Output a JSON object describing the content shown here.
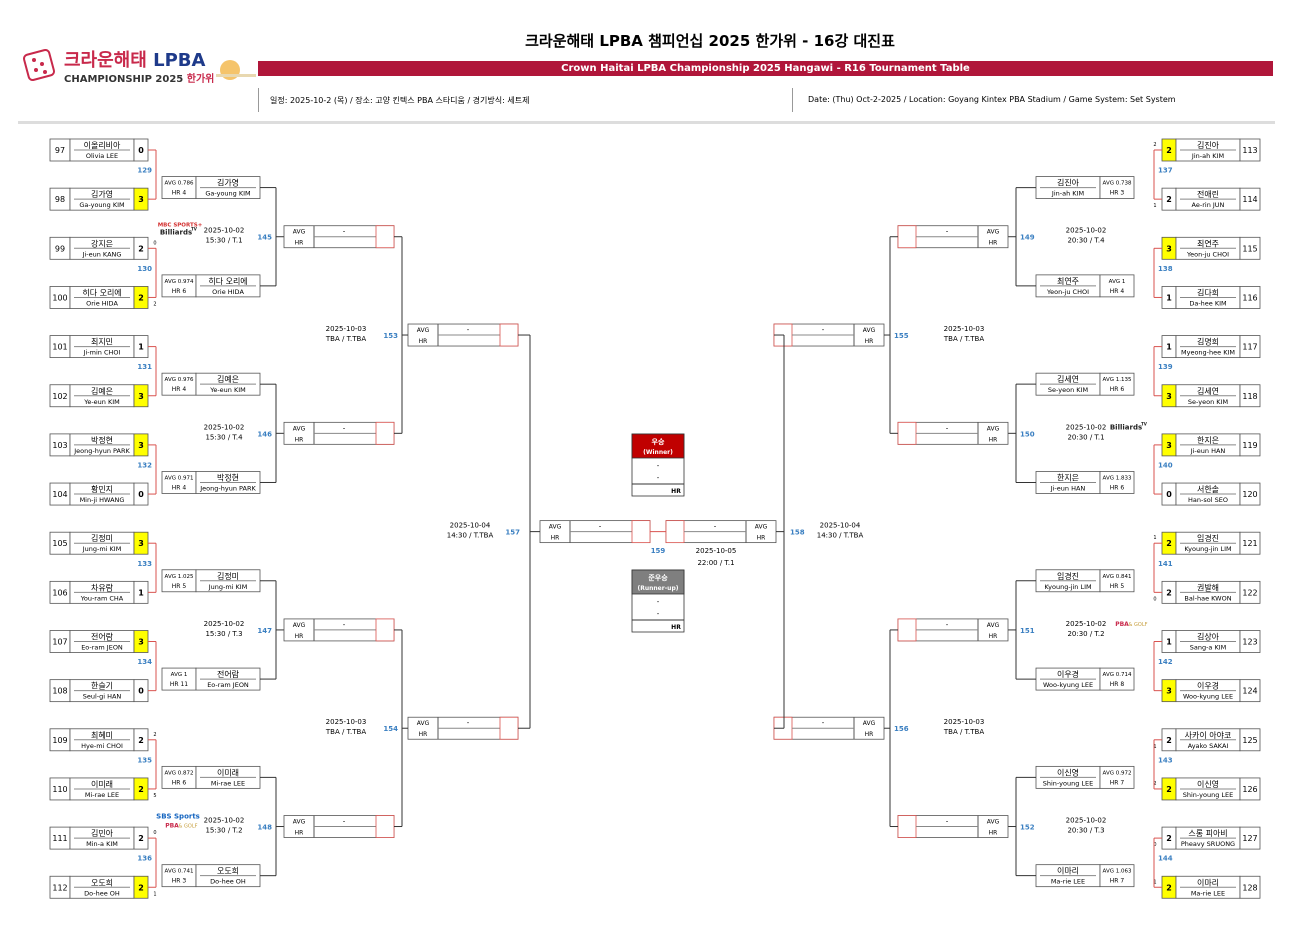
{
  "header": {
    "title_ko": "크라운해태 LPBA 챔피언십 2025 한가위 - 16강 대진표",
    "title_en": "Crown Haitai LPBA Championship 2025 Hangawi - R16 Tournament Table",
    "info_ko": "일정: 2025-10-2 (목) / 장소: 고양 킨텍스 PBA 스타디움 / 경기방식: 세트제",
    "info_en": "Date: (Thu) Oct-2-2025 / Location: Goyang Kintex PBA Stadium / Game System: Set System",
    "logo_line1": "크라운해태",
    "logo_lpba": "LPBA",
    "logo_line2": "CHAMPIONSHIP 2025",
    "logo_ko": "한가위"
  },
  "players": [
    {
      "seed": "97",
      "ko": "이올리비아",
      "en": "Olivia LEE",
      "score": "0",
      "win": false,
      "side": "L"
    },
    {
      "seed": "98",
      "ko": "김가영",
      "en": "Ga-young KIM",
      "score": "3",
      "win": true,
      "side": "L"
    },
    {
      "seed": "99",
      "ko": "강지은",
      "en": "Ji-eun KANG",
      "score": "2",
      "win": false,
      "side": "L",
      "sets": "0"
    },
    {
      "seed": "100",
      "ko": "히다 오리에",
      "en": "Orie HIDA",
      "score": "2",
      "win": true,
      "side": "L",
      "sets": "2"
    },
    {
      "seed": "101",
      "ko": "최지민",
      "en": "Ji-min CHOI",
      "score": "1",
      "win": false,
      "side": "L"
    },
    {
      "seed": "102",
      "ko": "김예은",
      "en": "Ye-eun KIM",
      "score": "3",
      "win": true,
      "side": "L"
    },
    {
      "seed": "103",
      "ko": "박정현",
      "en": "Jeong-hyun PARK",
      "score": "3",
      "win": true,
      "side": "L"
    },
    {
      "seed": "104",
      "ko": "황민지",
      "en": "Min-ji HWANG",
      "score": "0",
      "win": false,
      "side": "L"
    },
    {
      "seed": "105",
      "ko": "김정미",
      "en": "Jung-mi KIM",
      "score": "3",
      "win": true,
      "side": "L"
    },
    {
      "seed": "106",
      "ko": "차유람",
      "en": "You-ram CHA",
      "score": "1",
      "win": false,
      "side": "L"
    },
    {
      "seed": "107",
      "ko": "전어람",
      "en": "Eo-ram JEON",
      "score": "3",
      "win": true,
      "side": "L"
    },
    {
      "seed": "108",
      "ko": "한슬기",
      "en": "Seul-gi HAN",
      "score": "0",
      "win": false,
      "side": "L"
    },
    {
      "seed": "109",
      "ko": "최혜미",
      "en": "Hye-mi CHOI",
      "score": "2",
      "win": false,
      "side": "L",
      "sets": "2"
    },
    {
      "seed": "110",
      "ko": "이미래",
      "en": "Mi-rae LEE",
      "score": "2",
      "win": true,
      "side": "L",
      "sets": "5"
    },
    {
      "seed": "111",
      "ko": "김민아",
      "en": "Min-a KIM",
      "score": "2",
      "win": false,
      "side": "L",
      "sets": "0"
    },
    {
      "seed": "112",
      "ko": "오도희",
      "en": "Do-hee OH",
      "score": "2",
      "win": true,
      "side": "L",
      "sets": "1"
    },
    {
      "seed": "113",
      "ko": "김진아",
      "en": "Jin-ah KIM",
      "score": "2",
      "win": true,
      "side": "R",
      "sets": "2"
    },
    {
      "seed": "114",
      "ko": "전애린",
      "en": "Ae-rin JUN",
      "score": "2",
      "win": false,
      "side": "R",
      "sets": "1"
    },
    {
      "seed": "115",
      "ko": "최연주",
      "en": "Yeon-ju CHOI",
      "score": "3",
      "win": true,
      "side": "R"
    },
    {
      "seed": "116",
      "ko": "김다희",
      "en": "Da-hee KIM",
      "score": "1",
      "win": false,
      "side": "R"
    },
    {
      "seed": "117",
      "ko": "김명희",
      "en": "Myeong-hee KIM",
      "score": "1",
      "win": false,
      "side": "R"
    },
    {
      "seed": "118",
      "ko": "김세연",
      "en": "Se-yeon KIM",
      "score": "3",
      "win": true,
      "side": "R"
    },
    {
      "seed": "119",
      "ko": "한지은",
      "en": "Ji-eun HAN",
      "score": "3",
      "win": true,
      "side": "R"
    },
    {
      "seed": "120",
      "ko": "서한솔",
      "en": "Han-sol SEO",
      "score": "0",
      "win": false,
      "side": "R"
    },
    {
      "seed": "121",
      "ko": "임경진",
      "en": "Kyoung-jin LIM",
      "score": "2",
      "win": true,
      "side": "R",
      "sets": "1"
    },
    {
      "seed": "122",
      "ko": "권발해",
      "en": "Bal-hae KWON",
      "score": "2",
      "win": false,
      "side": "R",
      "sets": "0"
    },
    {
      "seed": "123",
      "ko": "김상아",
      "en": "Sang-a KIM",
      "score": "1",
      "win": false,
      "side": "R"
    },
    {
      "seed": "124",
      "ko": "이우경",
      "en": "Woo-kyung LEE",
      "score": "3",
      "win": true,
      "side": "R"
    },
    {
      "seed": "125",
      "ko": "사카이 아야코",
      "en": "Ayako SAKAI",
      "score": "2",
      "win": false,
      "side": "R",
      "sets": "1"
    },
    {
      "seed": "126",
      "ko": "이신영",
      "en": "Shin-young LEE",
      "score": "2",
      "win": true,
      "side": "R",
      "sets": "2"
    },
    {
      "seed": "127",
      "ko": "스롱 피아비",
      "en": "Pheavy SRUONG",
      "score": "2",
      "win": false,
      "side": "R",
      "sets": "0"
    },
    {
      "seed": "128",
      "ko": "이마리",
      "en": "Ma-rie LEE",
      "score": "2",
      "win": true,
      "side": "R",
      "sets": "1"
    }
  ],
  "r16": [
    {
      "match": "129",
      "avg": "AVG 0.786",
      "hr": "HR 4",
      "ko": "김가영",
      "en": "Ga-young KIM",
      "side": "L"
    },
    {
      "match": "130",
      "avg": "AVG 0.974",
      "hr": "HR 6",
      "ko": "히다 오리에",
      "en": "Orie HIDA",
      "side": "L"
    },
    {
      "match": "131",
      "avg": "AVG 0.976",
      "hr": "HR 4",
      "ko": "김예은",
      "en": "Ye-eun KIM",
      "side": "L"
    },
    {
      "match": "132",
      "avg": "AVG 0.971",
      "hr": "HR 4",
      "ko": "박정현",
      "en": "Jeong-hyun PARK",
      "side": "L"
    },
    {
      "match": "133",
      "avg": "AVG 1.025",
      "hr": "HR 5",
      "ko": "김정미",
      "en": "Jung-mi KIM",
      "side": "L"
    },
    {
      "match": "134",
      "avg": "AVG 1",
      "hr": "HR 11",
      "ko": "전어람",
      "en": "Eo-ram JEON",
      "side": "L"
    },
    {
      "match": "135",
      "avg": "AVG 0.872",
      "hr": "HR 6",
      "ko": "이미래",
      "en": "Mi-rae LEE",
      "side": "L"
    },
    {
      "match": "136",
      "avg": "AVG 0.741",
      "hr": "HR 3",
      "ko": "오도희",
      "en": "Do-hee OH",
      "side": "L"
    },
    {
      "match": "137",
      "avg": "AVG 0.738",
      "hr": "HR 3",
      "ko": "김진아",
      "en": "Jin-ah KIM",
      "side": "R"
    },
    {
      "match": "138",
      "avg": "AVG 1",
      "hr": "HR 4",
      "ko": "최연주",
      "en": "Yeon-ju CHOI",
      "side": "R"
    },
    {
      "match": "139",
      "avg": "AVG 1.135",
      "hr": "HR 6",
      "ko": "김세연",
      "en": "Se-yeon KIM",
      "side": "R"
    },
    {
      "match": "140",
      "avg": "AVG 1.833",
      "hr": "HR 6",
      "ko": "한지은",
      "en": "Ji-eun HAN",
      "side": "R"
    },
    {
      "match": "141",
      "avg": "AVG 0.841",
      "hr": "HR 5",
      "ko": "임경진",
      "en": "Kyoung-jin LIM",
      "side": "R"
    },
    {
      "match": "142",
      "avg": "AVG 0.714",
      "hr": "HR 8",
      "ko": "이우경",
      "en": "Woo-kyung LEE",
      "side": "R"
    },
    {
      "match": "143",
      "avg": "AVG 0.972",
      "hr": "HR 7",
      "ko": "이신영",
      "en": "Shin-young LEE",
      "side": "R"
    },
    {
      "match": "144",
      "avg": "AVG 1.063",
      "hr": "HR 7",
      "ko": "이마리",
      "en": "Ma-rie LEE",
      "side": "R"
    }
  ],
  "qf": [
    {
      "match": "145",
      "date": "2025-10-02",
      "time": "15:30 / T.1",
      "side": "L",
      "broadcast": "mbc"
    },
    {
      "match": "146",
      "date": "2025-10-02",
      "time": "15:30 / T.4",
      "side": "L"
    },
    {
      "match": "147",
      "date": "2025-10-02",
      "time": "15:30 / T.3",
      "side": "L"
    },
    {
      "match": "148",
      "date": "2025-10-02",
      "time": "15:30 / T.2",
      "side": "L",
      "broadcast": "sbs"
    },
    {
      "match": "149",
      "date": "2025-10-02",
      "time": "20:30 / T.4",
      "side": "R"
    },
    {
      "match": "150",
      "date": "2025-10-02",
      "time": "20:30 / T.1",
      "side": "R",
      "broadcast": "billiards"
    },
    {
      "match": "151",
      "date": "2025-10-02",
      "time": "20:30 / T.2",
      "side": "R",
      "broadcast": "pbagolf"
    },
    {
      "match": "152",
      "date": "2025-10-02",
      "time": "20:30 / T.3",
      "side": "R"
    }
  ],
  "sf": [
    {
      "match": "153",
      "date": "2025-10-03",
      "time": "TBA / T.TBA",
      "side": "L"
    },
    {
      "match": "154",
      "date": "2025-10-03",
      "time": "TBA / T.TBA",
      "side": "L"
    },
    {
      "match": "155",
      "date": "2025-10-03",
      "time": "TBA / T.TBA",
      "side": "R"
    },
    {
      "match": "156",
      "date": "2025-10-03",
      "time": "TBA / T.TBA",
      "side": "R"
    }
  ],
  "f4": [
    {
      "match": "157",
      "date": "2025-10-04",
      "time": "14:30 / T.TBA",
      "side": "L"
    },
    {
      "match": "158",
      "date": "2025-10-04",
      "time": "14:30 / T.TBA",
      "side": "R"
    }
  ],
  "final": {
    "match": "159",
    "date": "2025-10-05",
    "time": "22:00 / T.1"
  },
  "winner": {
    "label_ko": "우승",
    "label_en": "(Winner)",
    "name": "-",
    "name2": "-",
    "hr": "HR"
  },
  "runnerup": {
    "label_ko": "준우승",
    "label_en": "(Runner-up)",
    "name": "-",
    "name2": "-",
    "hr": "HR"
  },
  "labels": {
    "avg": "AVG",
    "hr": "HR",
    "dash": "-"
  },
  "broadcasters": {
    "mbc_top": "MBC SPORTS+",
    "billiards": "Billiards",
    "tv": "TV",
    "sbs": "SBS Sports",
    "pba": "PBA",
    "golf": "& GOLF"
  },
  "colors": {
    "brand_red": "#b0163a",
    "line_red": "#d9534f",
    "winner_yellow": "#ffff00",
    "match_blue": "#3a7fc1",
    "winner_header": "#c00000",
    "runnerup_header": "#7f7f7f"
  }
}
